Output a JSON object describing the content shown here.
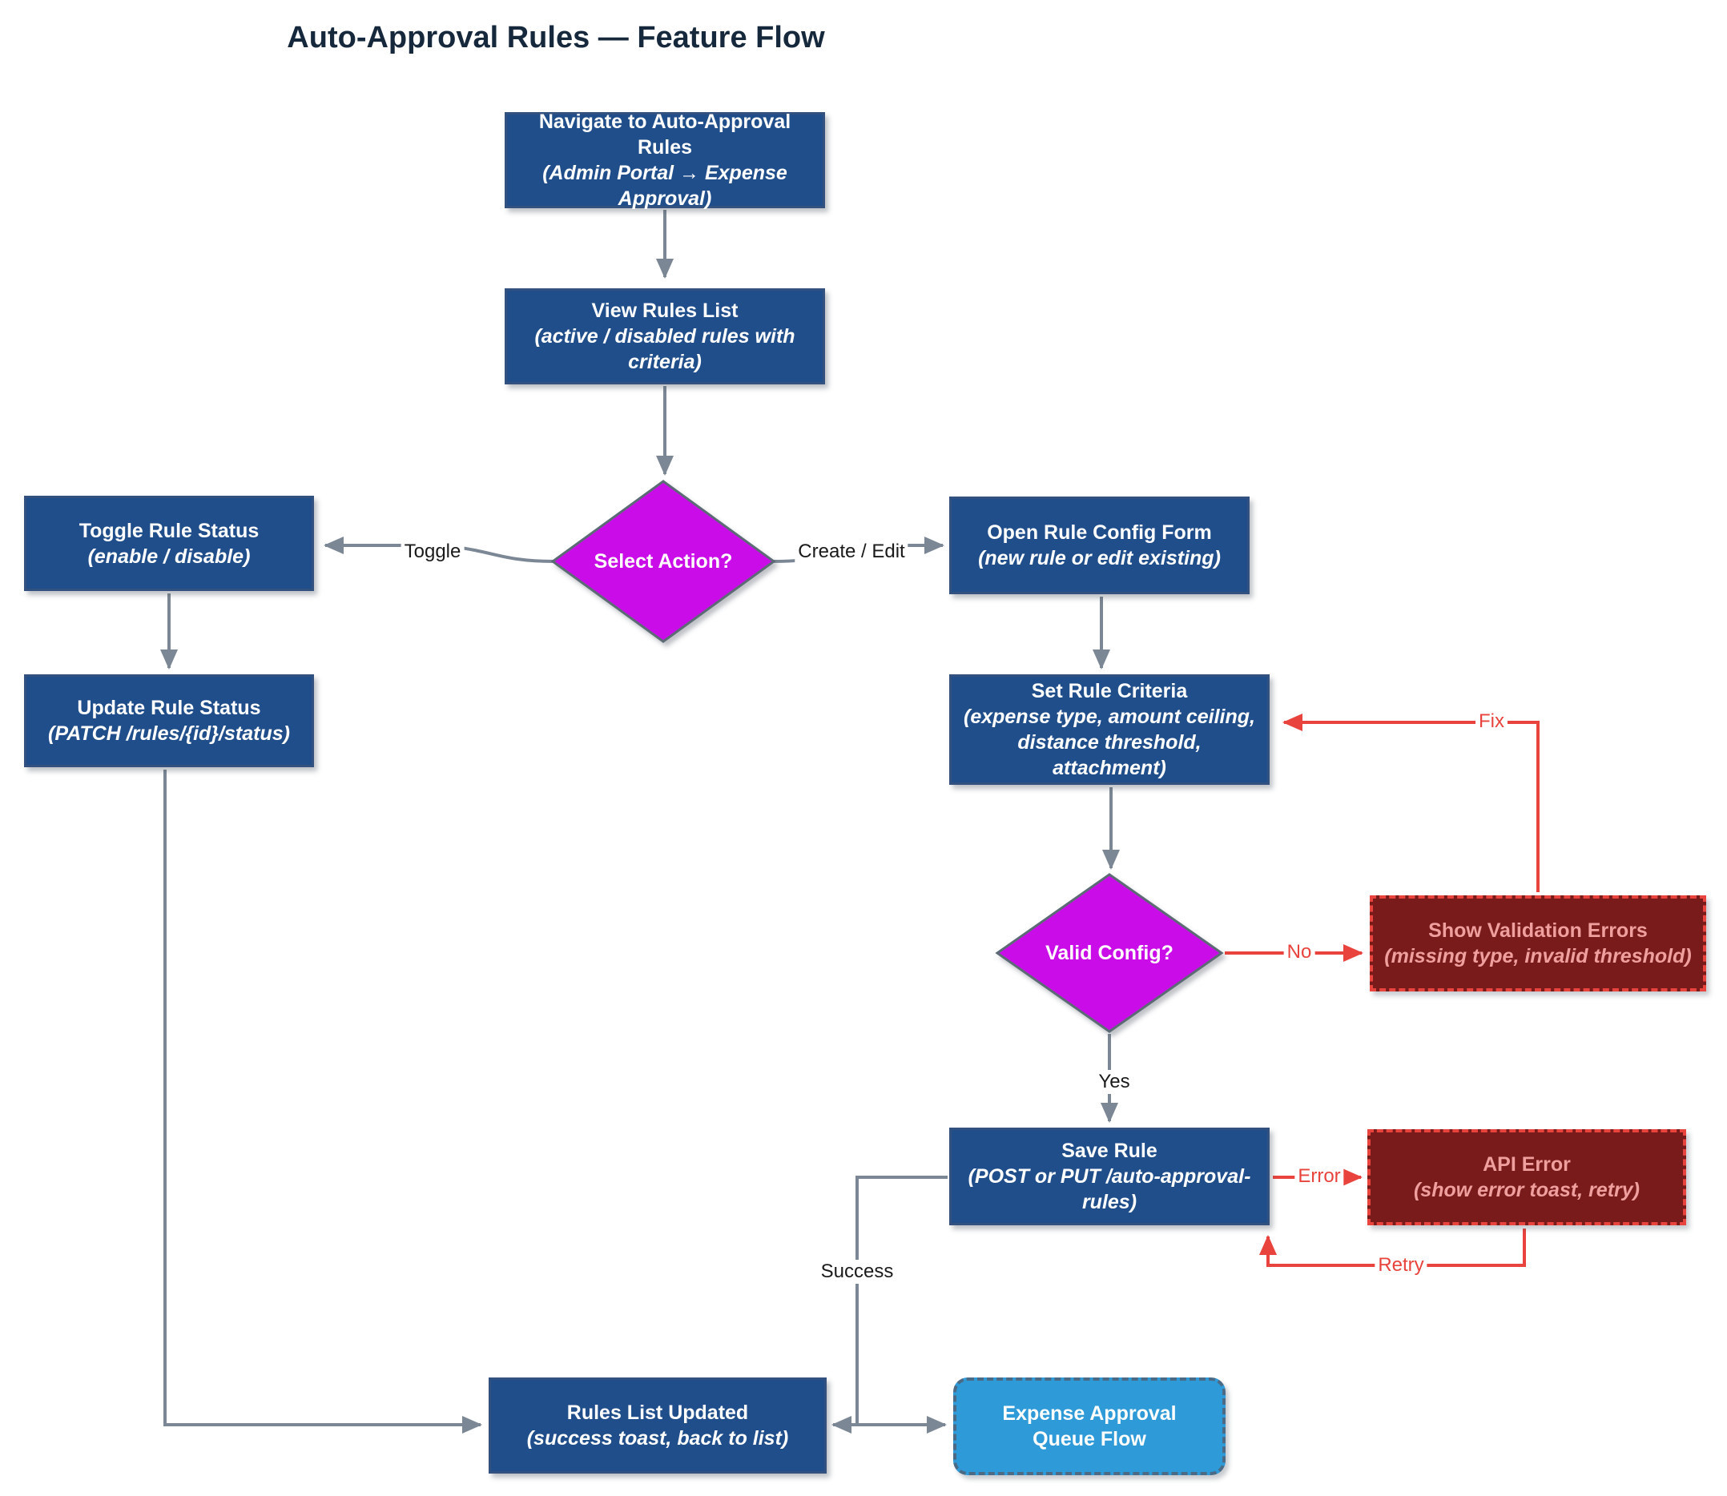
{
  "title": "Auto-Approval Rules — Feature Flow",
  "colors": {
    "node_fill": "#204e8a",
    "node_border": "#33517e",
    "decision_fill": "#ca10e8",
    "decision_border": "#5c6b75",
    "edge_gray": "#7b8794",
    "edge_red": "#e8433c",
    "error_fill": "#7a1b1b",
    "error_text": "#f09f9f",
    "subflow_fill": "#2e9ad8",
    "title_text": "#16283c"
  },
  "nodes": {
    "navigate": {
      "label": "Navigate to Auto-Approval Rules",
      "sub": "(Admin Portal → Expense Approval)"
    },
    "view_rules": {
      "label": "View Rules List",
      "sub": "(active / disabled rules with criteria)"
    },
    "select_action": {
      "label": "Select Action?"
    },
    "toggle_status": {
      "label": "Toggle Rule Status",
      "sub": "(enable / disable)"
    },
    "update_status": {
      "label": "Update Rule Status",
      "sub": "(PATCH /rules/{id}/status)"
    },
    "open_config": {
      "label": "Open Rule Config Form",
      "sub": "(new rule or edit existing)"
    },
    "set_criteria": {
      "label": "Set Rule Criteria",
      "sub": "(expense type, amount ceiling, distance threshold, attachment)"
    },
    "valid_config": {
      "label": "Valid Config?"
    },
    "validation_errors": {
      "label": "Show Validation Errors",
      "sub": "(missing type, invalid threshold)"
    },
    "save_rule": {
      "label": "Save Rule",
      "sub": "(POST or PUT /auto-approval-rules)"
    },
    "api_error": {
      "label": "API Error",
      "sub": "(show error toast, retry)"
    },
    "rules_updated": {
      "label": "Rules List Updated",
      "sub": "(success toast, back to list)"
    },
    "queue_flow": {
      "label": "Expense Approval Queue Flow"
    }
  },
  "edge_labels": {
    "toggle": "Toggle",
    "create_edit": "Create / Edit",
    "no": "No",
    "fix": "Fix",
    "yes": "Yes",
    "error": "Error",
    "retry": "Retry",
    "success": "Success"
  }
}
